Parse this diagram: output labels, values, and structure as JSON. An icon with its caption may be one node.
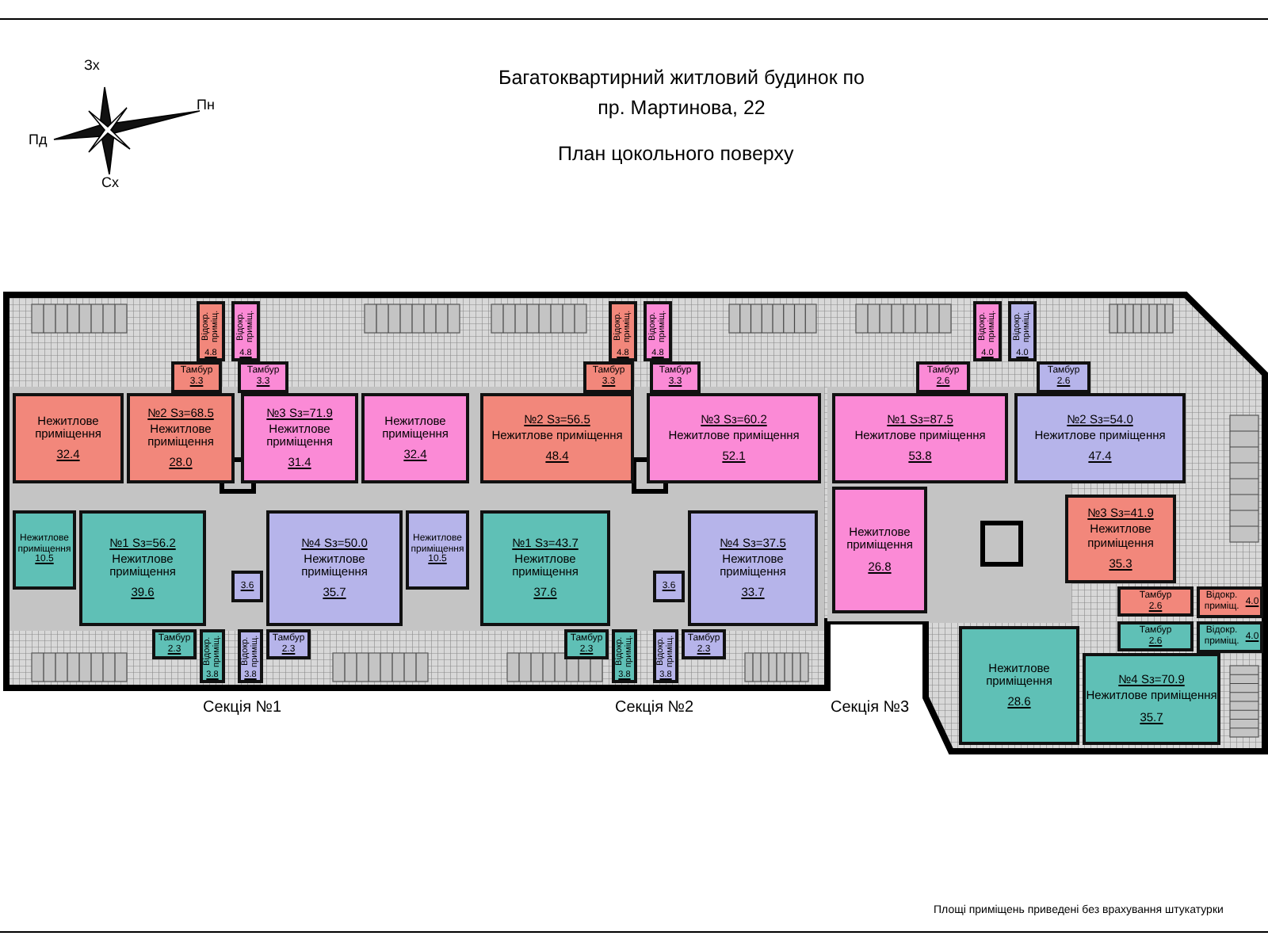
{
  "diagram": {
    "title": "Багатоквартирний житловий будинок по пр. Мартинова, 22",
    "nodes": [
      {
        "text": [
          "Відокр. приміщ.",
          "4.8"
        ]
      },
      {
        "text": [
          "Відокр. приміщ.",
          "4.8"
        ]
      },
      {
        "text": [
          "Відокр. приміщ.",
          "4.8"
        ]
      },
      {
        "text": [
          "Відокр. приміщ.",
          "4.8"
        ]
      },
      {
        "text": [
          "Відокр. приміщ.",
          "4.0"
        ]
      },
      {
        "text": [
          "Відокр. приміщ.",
          "4.0"
        ]
      },
      {
        "text": [
          "Тамбур",
          "3.3"
        ]
      },
      {
        "text": [
          "Тамбур",
          "3.3"
        ]
      },
      {
        "text": [
          "Тамбур",
          "3.3"
        ]
      },
      {
        "text": [
          "Тамбур",
          "3.3"
        ]
      },
      {
        "text": [
          "Тамбур",
          "2.6"
        ]
      },
      {
        "text": [
          "Тамбур",
          "2.6"
        ]
      },
      {
        "text": [
          "Нежитлове приміщення",
          "32.4"
        ]
      },
      {
        "text": [
          "№2 Sз=68.5",
          "Нежитлове приміщення",
          "28.0"
        ]
      },
      {
        "text": [
          "№3 Sз=71.9",
          "Нежитлове приміщення",
          "31.4"
        ]
      },
      {
        "text": [
          "Нежитлове приміщення",
          "32.4"
        ]
      },
      {
        "text": [
          "№2 Sз=56.5",
          "Нежитлове приміщення",
          "48.4"
        ]
      },
      {
        "text": [
          "№3 Sз=60.2",
          "Нежитлове приміщення",
          "52.1"
        ]
      },
      {
        "text": [
          "№1 Sз=87.5",
          "Нежитлове приміщення",
          "53.8"
        ]
      },
      {
        "text": [
          "№2 Sз=54.0",
          "Нежитлове приміщення",
          "47.4"
        ]
      },
      {
        "text": [
          "Нежитлове приміщення",
          "10.5"
        ]
      },
      {
        "text": [
          "№1 Sз=56.2",
          "Нежитлове приміщення",
          "39.6"
        ]
      },
      {
        "text": [
          "3.6"
        ]
      },
      {
        "text": [
          "№4 Sз=50.0",
          "Нежитлове приміщення",
          "35.7"
        ]
      },
      {
        "text": [
          "Нежитлове приміщення",
          "10.5"
        ]
      },
      {
        "text": [
          "№1 Sз=43.7",
          "Нежитлове приміщення",
          "37.6"
        ]
      },
      {
        "text": [
          "3.6"
        ]
      },
      {
        "text": [
          "№4 Sз=37.5",
          "Нежитлове приміщення",
          "33.7"
        ]
      },
      {
        "text": [
          "Нежитлове приміщення",
          "26.8"
        ]
      },
      {
        "text": [
          "№3 Sз=41.9",
          "Нежитлове приміщення",
          "35.3"
        ]
      },
      {
        "text": [
          "Тамбур",
          "2.6"
        ]
      },
      {
        "text": [
          "Відокр. приміщ.",
          "4.0"
        ]
      },
      {
        "text": [
          "Тамбур",
          "2.6"
        ]
      },
      {
        "text": [
          "Відокр. приміщ.",
          "4.0"
        ]
      },
      {
        "text": [
          "Нежитлове приміщення",
          "28.6"
        ]
      },
      {
        "text": [
          "№4 Sз=70.9",
          "Нежитлове приміщення",
          "35.7"
        ]
      },
      {
        "text": [
          "Тамбур",
          "2.3"
        ]
      },
      {
        "text": [
          "Відокр. приміщ.",
          "3.8"
        ]
      },
      {
        "text": [
          "Відокр. приміщ.",
          "3.8"
        ]
      },
      {
        "text": [
          "Тамбур",
          "2.3"
        ]
      },
      {
        "text": [
          "Тамбур",
          "2.3"
        ]
      },
      {
        "text": [
          "Відокр. приміщ.",
          "3.8"
        ]
      },
      {
        "text": [
          "Відокр. приміщ.",
          "3.8"
        ]
      },
      {
        "text": [
          "Тамбур",
          "2.3"
        ]
      }
    ],
    "labels": [
      "Зх",
      "Пн",
      "Пд",
      "Сх",
      "План цокольного поверху",
      "Секція №1",
      "Секція №2",
      "Секція №3",
      "Площі приміщень приведені без врахування штукатурки"
    ]
  }
}
